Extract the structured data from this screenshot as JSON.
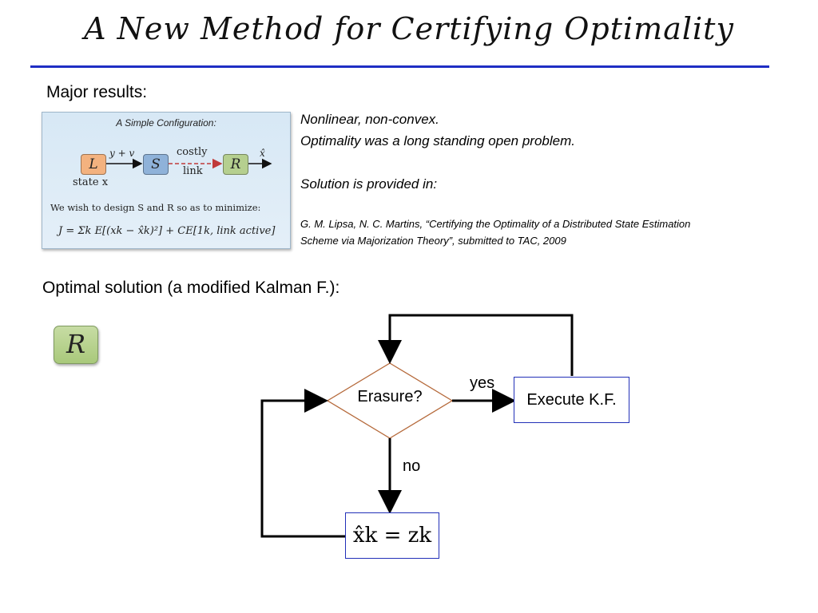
{
  "slide": {
    "title": "A New Method for Certifying Optimality",
    "major_results_label": "Major results:",
    "optimal_solution_label": "Optimal solution (a modified Kalman F.):"
  },
  "figure": {
    "caption": "A Simple Configuration:",
    "node_L": "L",
    "node_S": "S",
    "node_R": "R",
    "edge_ls_label": "y + v",
    "edge_sr_label_top": "costly",
    "edge_sr_label_bottom": "link",
    "output_label": "x̂",
    "state_label": "state x",
    "design_text": "We wish to design S and R so as to minimize:",
    "cost_formula": "J = Σk E[(xk − x̂k)²] + CE[1k, link active]"
  },
  "results": {
    "line1": "Nonlinear, non-convex.",
    "line2": "Optimality was a long standing open problem.",
    "line3": "Solution is provided in:",
    "ref1": "G. M. Lipsa, N. C. Martins, “Certifying the Optimality of a Distributed State Estimation",
    "ref2": "Scheme via Majorization Theory”, submitted to TAC, 2009"
  },
  "flowchart": {
    "badge": "R",
    "decision": "Erasure?",
    "yes_label": "yes",
    "no_label": "no",
    "execute_box": "Execute K.F.",
    "assign_box": "x̂k = zk"
  },
  "colors": {
    "title_rule": "#1f2ec4",
    "box_border": "#2230b8",
    "diamond_border": "#b5693a",
    "node_L": "#f3b27f",
    "node_S": "#8fb2d9",
    "node_R": "#b5cf8f"
  }
}
